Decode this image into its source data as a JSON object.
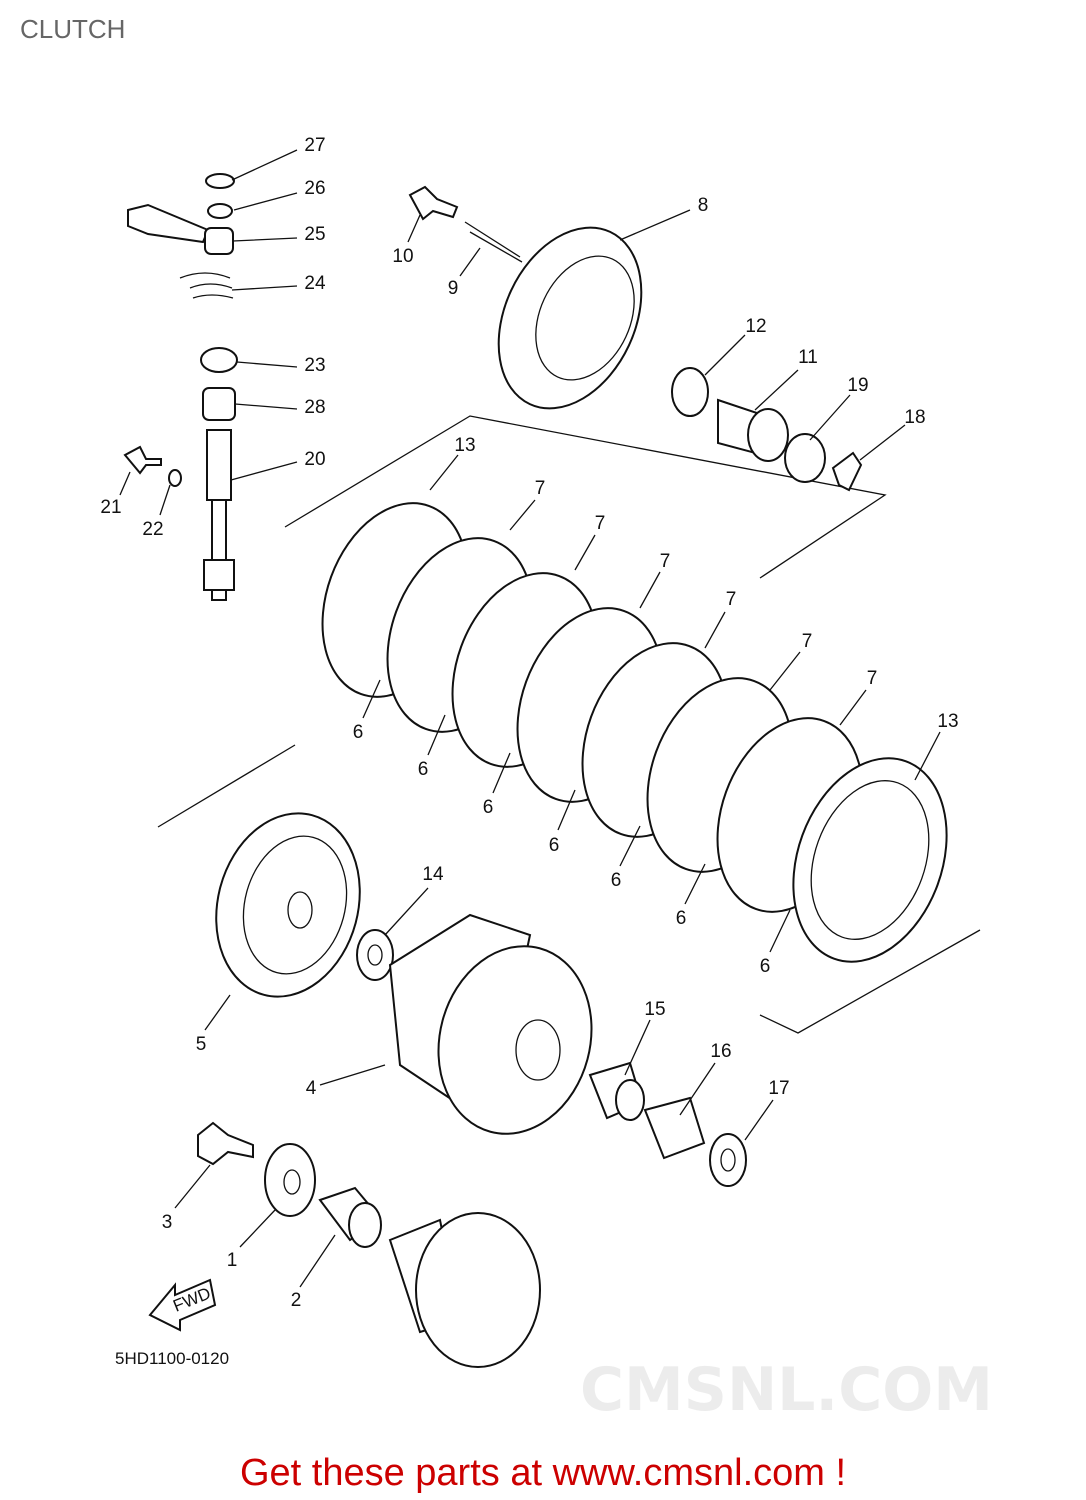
{
  "title": "CLUTCH",
  "diagram_code": "5HD1100-0120",
  "fwd_label": "FWD",
  "watermark": "CMSNL.COM",
  "callouts": [
    "27",
    "26",
    "25",
    "24",
    "23",
    "28",
    "20",
    "21",
    "22",
    "10",
    "9",
    "8",
    "12",
    "11",
    "19",
    "18",
    "13",
    "7",
    "7",
    "7",
    "7",
    "7",
    "7",
    "13",
    "6",
    "6",
    "6",
    "6",
    "6",
    "6",
    "6",
    "14",
    "5",
    "15",
    "16",
    "4",
    "17",
    "3",
    "1",
    "2"
  ],
  "footer": "Get these parts at www.cmsnl.com !",
  "colors": {
    "footer": "#cc0000",
    "title": "#666666"
  }
}
